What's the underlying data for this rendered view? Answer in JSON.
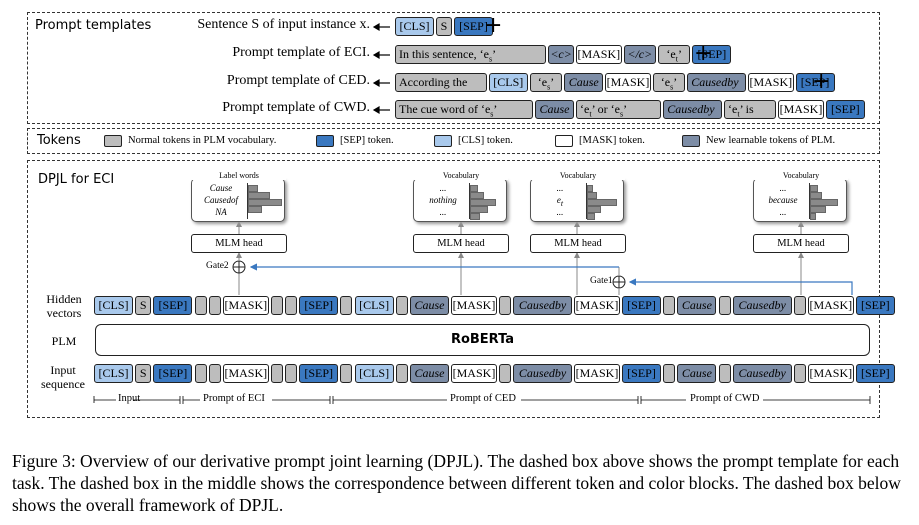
{
  "sections": {
    "templates_title": "Prompt templates",
    "tokens_title": "Tokens",
    "dpjl_title": "DPJL for ECI"
  },
  "templates": [
    {
      "label": "Sentence S of input instance x.",
      "tokens": [
        [
          "c",
          "[CLS]"
        ],
        [
          "n",
          "S"
        ],
        [
          "s",
          "[SEP]"
        ]
      ]
    },
    {
      "label": "Prompt template of ECI.",
      "tokens": [
        [
          "n",
          "In this sentence, ‘e_s’"
        ],
        [
          "l",
          "<c>"
        ],
        [
          "m",
          "[MASK]"
        ],
        [
          "l",
          "</c>"
        ],
        [
          "n",
          "‘e_t’"
        ],
        [
          "s",
          "[SEP]"
        ]
      ]
    },
    {
      "label": "Prompt template of CED.",
      "tokens": [
        [
          "n",
          "According the"
        ],
        [
          "c",
          "[CLS]"
        ],
        [
          "n",
          "‘e_s’"
        ],
        [
          "l",
          "Cause"
        ],
        [
          "m",
          "[MASK]"
        ],
        [
          "n",
          "‘e_s’"
        ],
        [
          "l",
          "Causedby"
        ],
        [
          "m",
          "[MASK]"
        ],
        [
          "s",
          "[SEP]"
        ]
      ]
    },
    {
      "label": "Prompt template of CWD.",
      "tokens": [
        [
          "n",
          "The cue word of ‘e_s’"
        ],
        [
          "l",
          "Cause"
        ],
        [
          "n",
          "‘e_t’ or ‘e_s’"
        ],
        [
          "l",
          "Causedby"
        ],
        [
          "n",
          "‘e_t’ is"
        ],
        [
          "m",
          "[MASK]"
        ],
        [
          "s",
          "[SEP]"
        ]
      ]
    }
  ],
  "legend": [
    {
      "kind": "n",
      "label": "Normal tokens in PLM vocabulary."
    },
    {
      "kind": "s",
      "label": "[SEP] token."
    },
    {
      "kind": "c",
      "label": "[CLS] token."
    },
    {
      "kind": "m",
      "label": "[MASK] token."
    },
    {
      "kind": "l",
      "label": "New learnable tokens of PLM."
    }
  ],
  "row_labels": {
    "hidden": "Hidden vectors",
    "plm": "PLM",
    "input": "Input sequence"
  },
  "plm_name": "RoBERTa",
  "sequence": [
    [
      "c",
      "[CLS]"
    ],
    [
      "n",
      "S"
    ],
    [
      "s",
      "[SEP]"
    ],
    [
      "n",
      ""
    ],
    [
      "n",
      ""
    ],
    [
      "m",
      "[MASK]"
    ],
    [
      "n",
      ""
    ],
    [
      "n",
      ""
    ],
    [
      "s",
      "[SEP]"
    ],
    [
      "n",
      ""
    ],
    [
      "c",
      "[CLS]"
    ],
    [
      "n",
      ""
    ],
    [
      "l",
      "Cause"
    ],
    [
      "m",
      "[MASK]"
    ],
    [
      "n",
      ""
    ],
    [
      "l",
      "Causedby"
    ],
    [
      "m",
      "[MASK]"
    ],
    [
      "s",
      "[SEP]"
    ],
    [
      "n",
      ""
    ],
    [
      "l",
      "Cause"
    ],
    [
      "n",
      ""
    ],
    [
      "l",
      "Causedby"
    ],
    [
      "n",
      ""
    ],
    [
      "m",
      "[MASK]"
    ],
    [
      "s",
      "[SEP]"
    ]
  ],
  "heads": [
    {
      "label": "MLM head",
      "vocab_title": "Label words",
      "items": [
        "Cause",
        "Causedof",
        "NA"
      ]
    },
    {
      "label": "MLM head",
      "vocab_title": "Vocabulary",
      "items": [
        "...",
        "nothing",
        "..."
      ]
    },
    {
      "label": "MLM head",
      "vocab_title": "Vocabulary",
      "items": [
        "...",
        "e_t",
        "..."
      ]
    },
    {
      "label": "MLM head",
      "vocab_title": "Vocabulary",
      "items": [
        "...",
        "because",
        "..."
      ]
    }
  ],
  "gates": {
    "gate1": "Gate1",
    "gate2": "Gate2"
  },
  "axis": {
    "input": "Input",
    "eci": "Prompt of ECI",
    "ced": "Prompt of CED",
    "cwd": "Prompt of CWD"
  },
  "caption": "Figure 3: Overview of our derivative prompt joint learning (DPJL). The dashed box above shows the prompt template for each task. The dashed box in the middle shows the correspondence between different token and color blocks. The dashed box below shows the overall framework of DPJL.",
  "colors": {
    "normal": "#bdbdbd",
    "sep": "#3a78c0",
    "cls": "#a9c9ec",
    "mask": "#ffffff",
    "learnable": "#7d8da6",
    "gate_line": "#3a78c0"
  }
}
